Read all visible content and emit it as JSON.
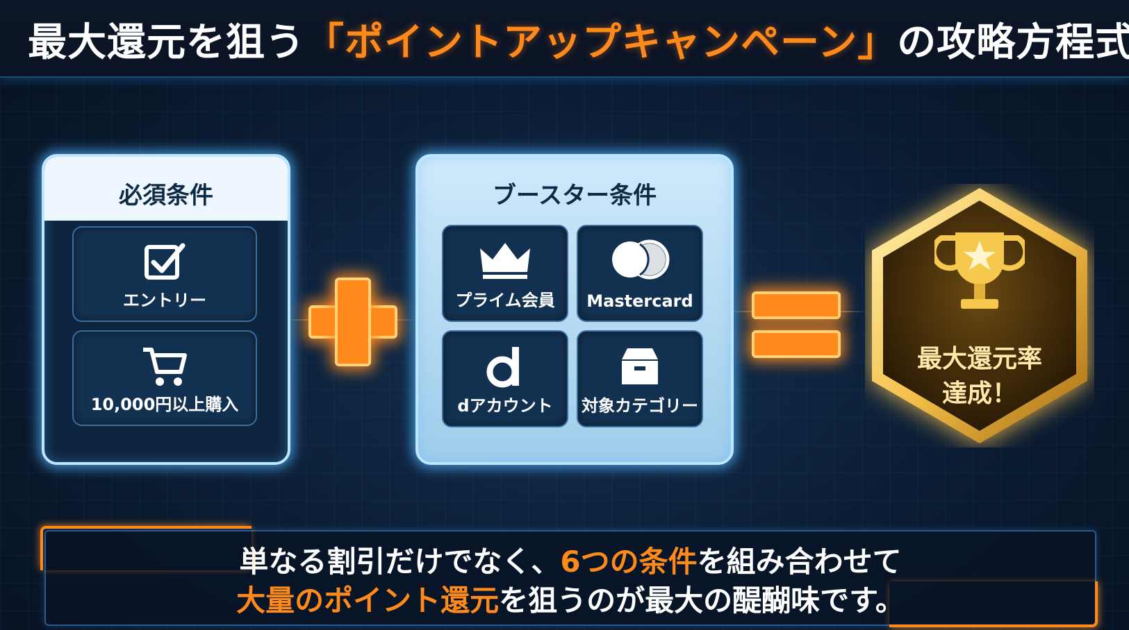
{
  "title": {
    "part1": "最大還元を狙う",
    "highlight": "「ポイントアップキャンペーン」",
    "part2": "の攻略方程式"
  },
  "required_panel": {
    "heading": "必須条件",
    "items": [
      {
        "label": "エントリー",
        "icon": "checkbox-icon"
      },
      {
        "label": "10,000円以上購入",
        "icon": "cart-icon"
      }
    ]
  },
  "booster_panel": {
    "heading": "ブースター条件",
    "items": [
      {
        "label": "プライム会員",
        "icon": "crown-icon"
      },
      {
        "label": "Mastercard",
        "icon": "mastercard-icon"
      },
      {
        "label": "dアカウント",
        "icon": "d-logo-icon"
      },
      {
        "label": "対象カテゴリー",
        "icon": "box-icon"
      }
    ]
  },
  "operators": {
    "plus": "plus-icon",
    "equals": "equals-icon"
  },
  "result": {
    "line1": "最大還元率",
    "line2": "達成！",
    "icon": "trophy-icon"
  },
  "message": {
    "line1_a": "単なる割引だけでなく、",
    "line1_b": "6つの条件",
    "line1_c": "を組み合わせて",
    "line2_a": "大量のポイント還元",
    "line2_b": "を狙うのが最大の醍醐味です。"
  },
  "colors": {
    "accent_orange": "#ff8a1c",
    "glow_blue": "#bfe6ff",
    "gold": "#f4c04a",
    "background": "#0b1c33"
  }
}
